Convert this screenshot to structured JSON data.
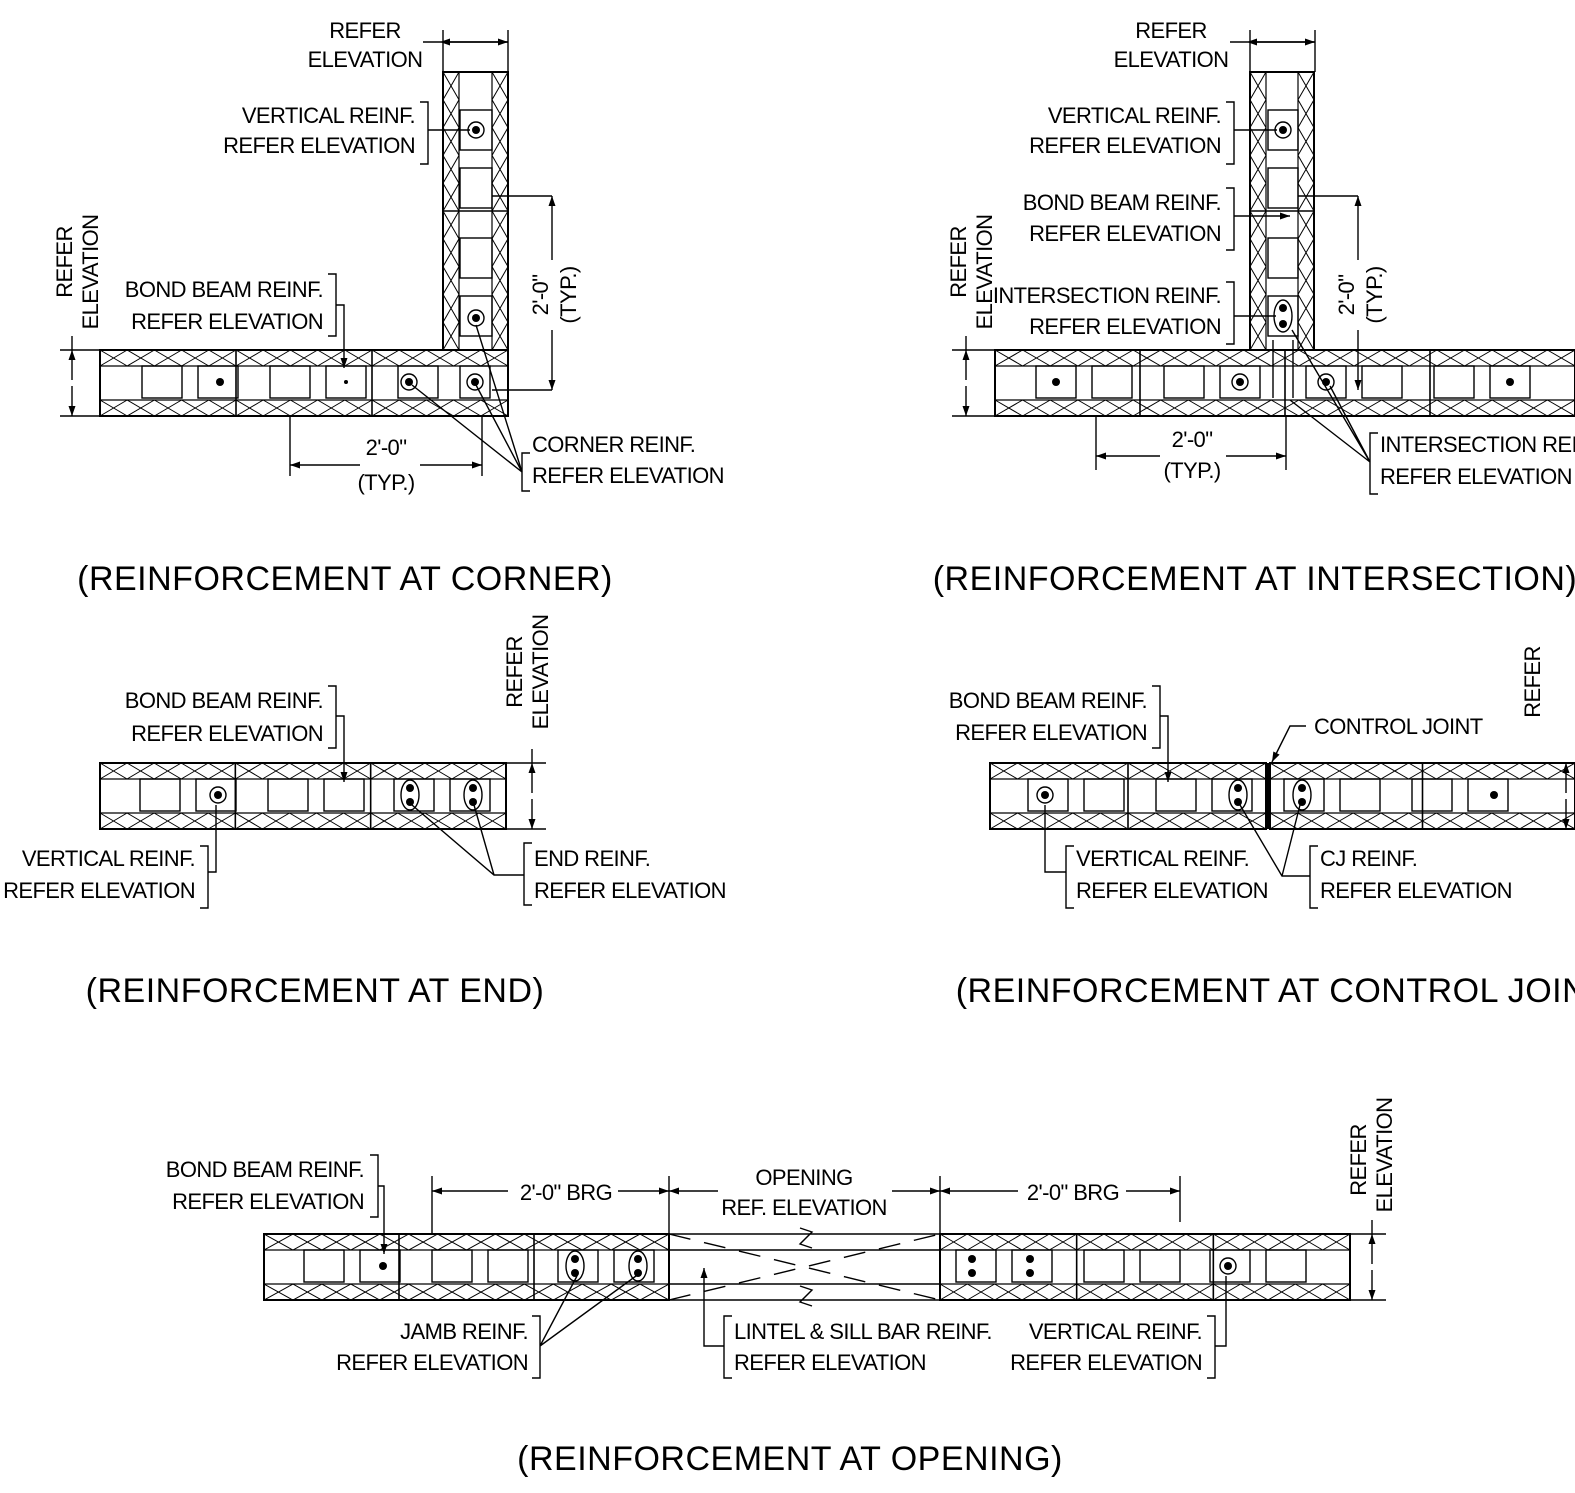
{
  "labels": {
    "refer_elevation_1": "REFER",
    "refer_elevation_2": "ELEVATION",
    "vertical_reinf": "VERTICAL REINF.",
    "bond_beam_reinf": "BOND BEAM REINF.",
    "refer_elevation": "REFER ELEVATION",
    "corner_reinf": "CORNER REINF.",
    "intersection_reinf": "INTERSECTION REINF.",
    "end_reinf": "END REINF.",
    "control_joint": "CONTROL JOINT",
    "cj_reinf": "CJ REINF.",
    "jamb_reinf": "JAMB REINF.",
    "lintel_sill_reinf": "LINTEL & SILL BAR REINF.",
    "opening": "OPENING",
    "ref_elevation": "REF. ELEVATION",
    "dim_2ft": "2'-0\"",
    "dim_typ": "(TYP.)",
    "dim_2ft_brg": "2'-0\" BRG"
  },
  "titles": {
    "corner": "(REINFORCEMENT AT CORNER)",
    "intersection": "(REINFORCEMENT AT INTERSECTION)",
    "end": "(REINFORCEMENT AT END)",
    "control_joint": "(REINFORCEMENT AT CONTROL JOINT)",
    "opening": "(REINFORCEMENT AT OPENING)"
  }
}
